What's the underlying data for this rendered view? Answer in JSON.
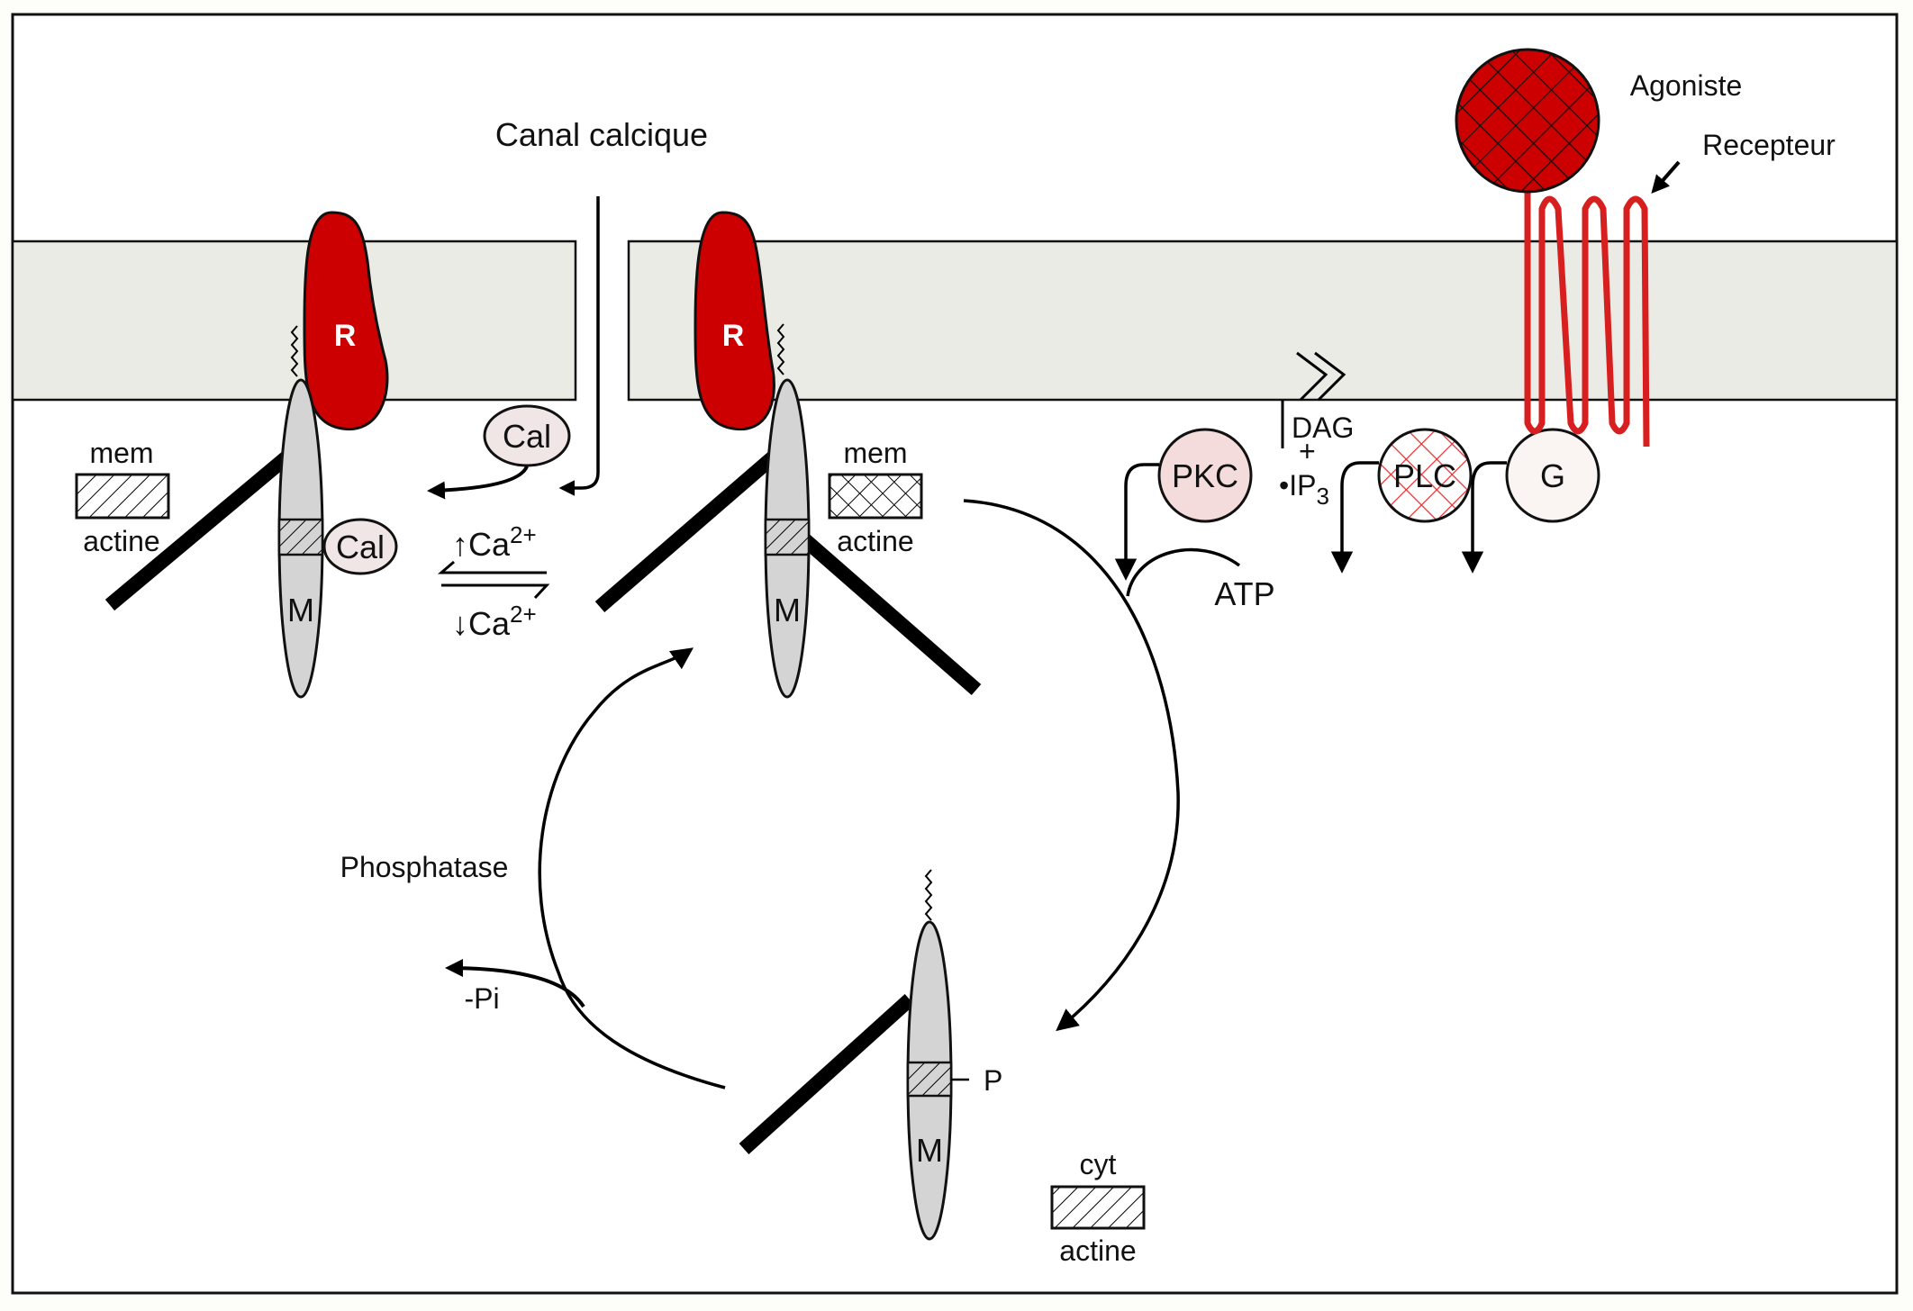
{
  "diagram": {
    "type": "signaling-pathway",
    "labels": {
      "canal_calcique": "Canal calcique",
      "agoniste": "Agoniste",
      "recepteur": "Recepteur",
      "phosphatase": "Phosphatase",
      "minus_pi": "-Pi",
      "atp": "ATP",
      "dag": "DAG",
      "plus": "+",
      "ip3_prefix": "•IP",
      "ip3_sub": "3",
      "up_ca": "↑Ca",
      "down_ca": "↓Ca",
      "ca_charge": "2+",
      "p": "P"
    },
    "proteins": {
      "r": "R",
      "m": "M",
      "cal": "Cal",
      "pkc": "PKC",
      "plc": "PLC",
      "g": "G"
    },
    "legends": [
      {
        "top": "mem",
        "bottom": "actine",
        "pattern": "diagonal-hatch"
      },
      {
        "top": "mem",
        "bottom": "actine",
        "pattern": "cross-hatch"
      },
      {
        "top": "cyt",
        "bottom": "actine",
        "pattern": "diagonal-hatch"
      }
    ],
    "colors": {
      "red": "#cc0000",
      "membrane": "#ebebe6",
      "myosin": "#d4d4d4",
      "pkc_fill": "#f5dcdc",
      "cal_fill": "#f0e6e6",
      "g_fill": "#faf4f2"
    }
  }
}
